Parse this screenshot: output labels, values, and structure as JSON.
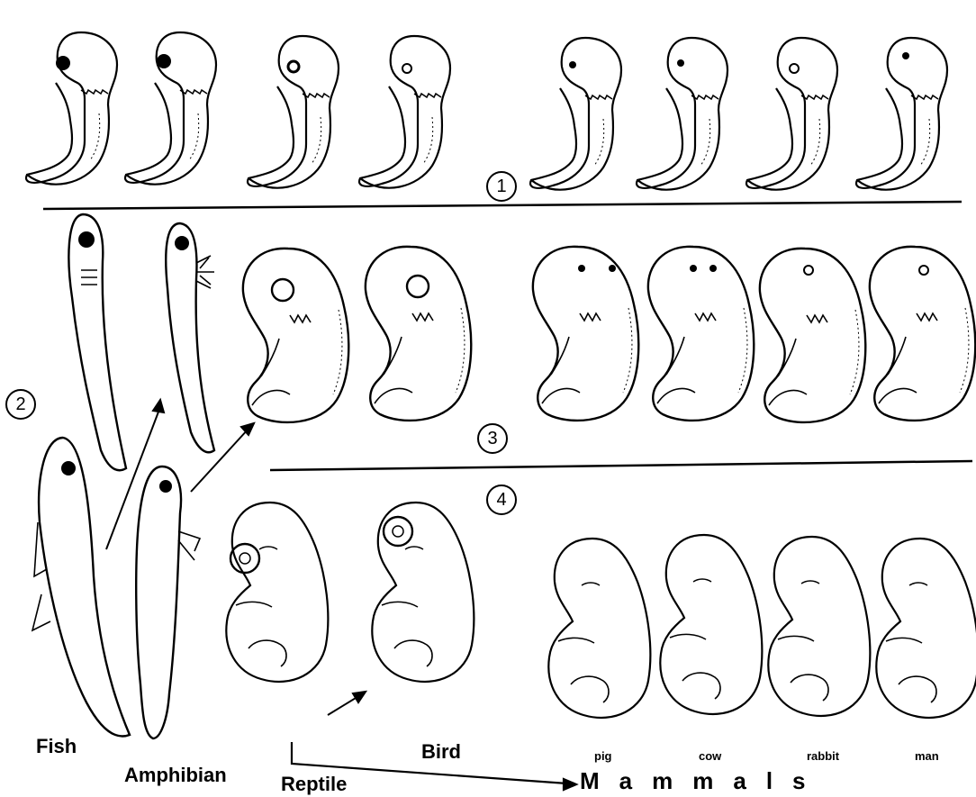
{
  "stages": [
    "1",
    "2",
    "3",
    "4"
  ],
  "labels": {
    "fish": "Fish",
    "amphibian": "Amphibian",
    "reptile": "Reptile",
    "bird": "Bird",
    "mammals": "Mammals",
    "pig": "pig",
    "cow": "cow",
    "rabbit": "rabbit",
    "man": "man"
  }
}
